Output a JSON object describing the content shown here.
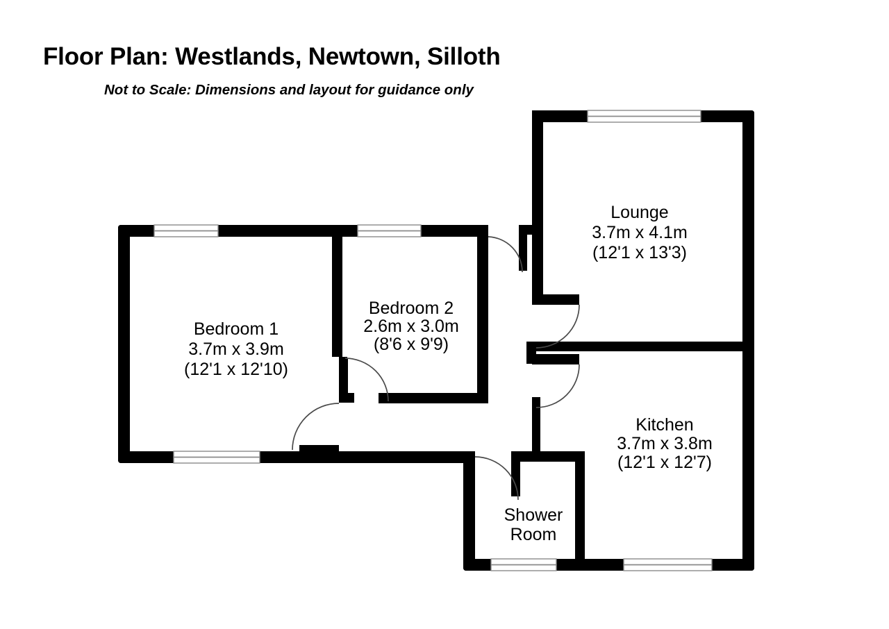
{
  "header": {
    "title": "Floor Plan: Westlands, Newtown, Silloth",
    "subtitle": "Not to Scale: Dimensions and layout for guidance only"
  },
  "plan": {
    "background_color": "#ffffff",
    "wall_color": "#000000",
    "window_fill": "#ffffff",
    "window_stroke": "#8a8a8a",
    "door_arc_color": "#4a4a4a"
  },
  "rooms": [
    {
      "id": "lounge",
      "name": "Lounge",
      "metric": "3.7m x 4.1m",
      "imperial": "(12'1 x 13'3)"
    },
    {
      "id": "bedroom1",
      "name": "Bedroom 1",
      "metric": "3.7m x 3.9m",
      "imperial": "(12'1 x 12'10)"
    },
    {
      "id": "bedroom2",
      "name": "Bedroom 2",
      "metric": "2.6m x 3.0m",
      "imperial": "(8'6 x 9'9)"
    },
    {
      "id": "kitchen",
      "name": "Kitchen",
      "metric": "3.7m x 3.8m",
      "imperial": "(12'1 x 12'7)"
    },
    {
      "id": "shower_room",
      "name_line1": "Shower",
      "name_line2": "Room"
    }
  ]
}
